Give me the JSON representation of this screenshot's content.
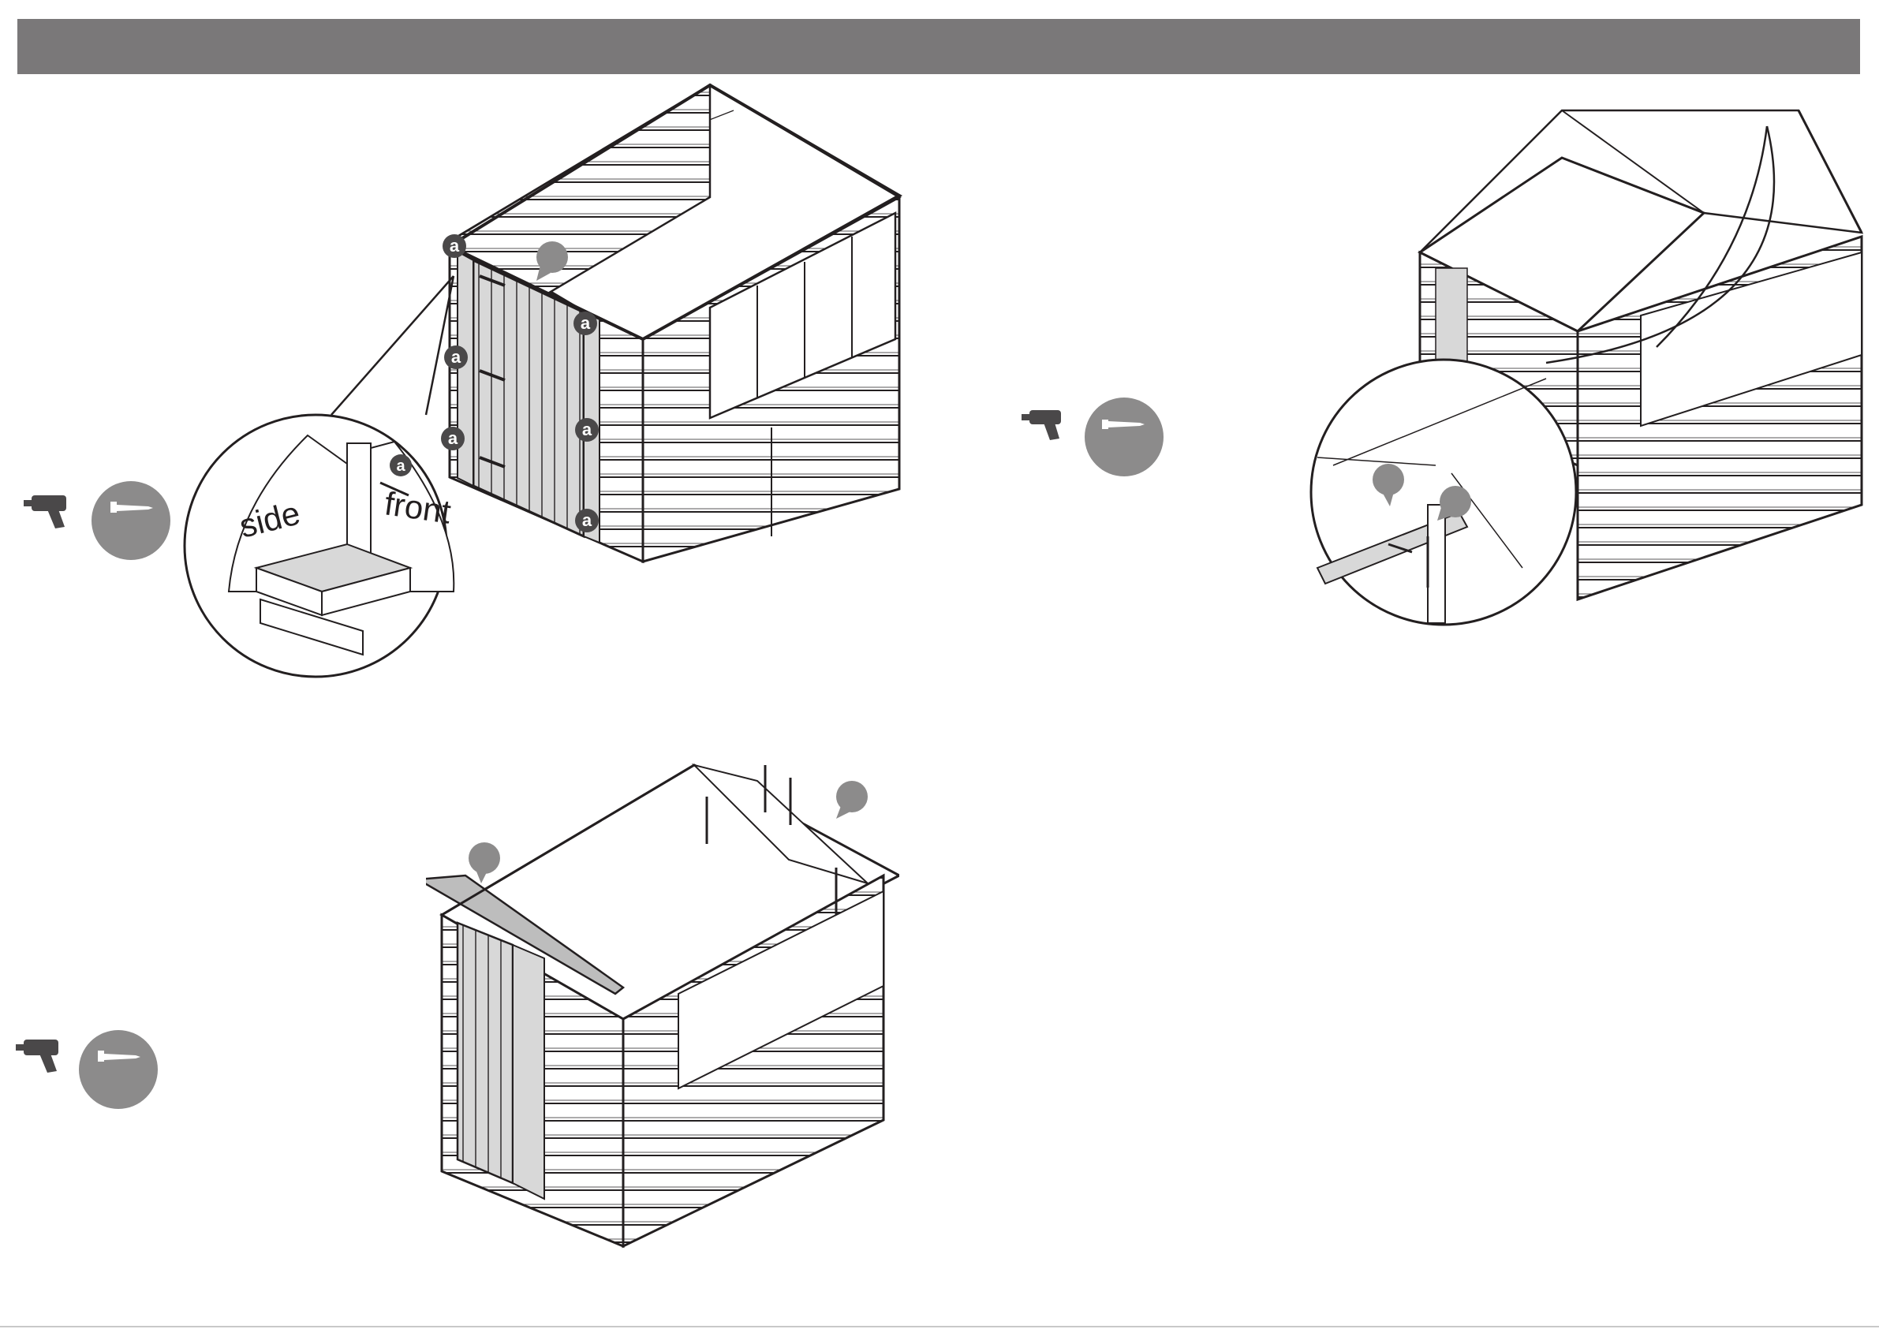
{
  "page": {
    "step_colors": {
      "header": "#7a7879",
      "badge": "#4a4849",
      "screw_circle": "#8c8b8b",
      "line": "#231f20",
      "pin": "#8c8b8b"
    }
  },
  "steps": [
    {
      "id": "panel-front",
      "tool_icons": [
        "drill-icon",
        "screw-icon"
      ],
      "labels": [
        "a",
        "a",
        "a",
        "a",
        "a",
        "a",
        "a"
      ],
      "detail_inset": {
        "left_text": "side",
        "right_text": "front"
      }
    },
    {
      "id": "gable-ridge",
      "tool_icons": [
        "drill-icon",
        "screw-icon"
      ]
    },
    {
      "id": "roof-gable-front",
      "tool_icons": [
        "drill-icon",
        "screw-icon"
      ]
    }
  ]
}
